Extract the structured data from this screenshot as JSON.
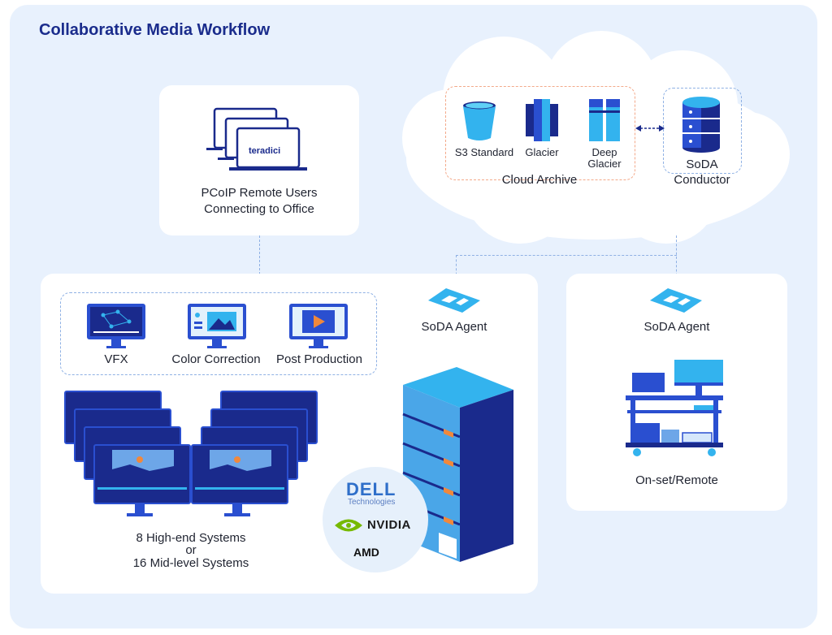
{
  "title": "Collaborative Media Workflow",
  "remote_users": {
    "brand": "teradici",
    "label_line1": "PCoIP Remote Users",
    "label_line2": "Connecting to Office"
  },
  "cloud": {
    "archive_label": "Cloud Archive",
    "tiers": [
      {
        "name": "S3 Standard"
      },
      {
        "name": "Glacier"
      },
      {
        "name_line1": "Deep",
        "name_line2": "Glacier"
      }
    ],
    "conductor_line1": "SoDA",
    "conductor_line2": "Conductor"
  },
  "studio": {
    "apps": [
      {
        "label": "VFX"
      },
      {
        "label": "Color Correction"
      },
      {
        "label": "Post Production"
      }
    ],
    "agent_label": "SoDA Agent",
    "systems_line1": "8 High-end Systems",
    "systems_line2": "or",
    "systems_line3": "16 Mid-level Systems",
    "partners": {
      "dell": "DELL",
      "dell_sub": "Technologies",
      "nvidia": "NVIDIA",
      "amd": "AMD"
    }
  },
  "onset": {
    "agent_label": "SoDA Agent",
    "label": "On-set/Remote"
  },
  "colors": {
    "title": "#1a2c8c",
    "frame": "#e8f1fd",
    "accent_blue": "#2a4fd0",
    "light_blue": "#33b3ee",
    "navy": "#1a2a8c",
    "orange": "#f0883c",
    "green": "#76b900"
  }
}
